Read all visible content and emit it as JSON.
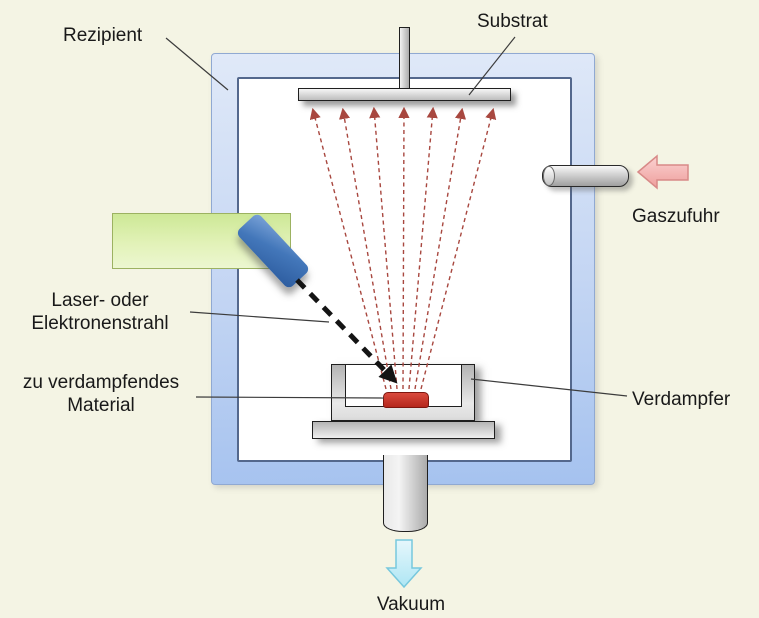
{
  "diagram": {
    "type": "physical-vapor-deposition-schematic",
    "labels": {
      "rezipient": "Rezipient",
      "substrat": "Substrat",
      "gaszufuhr": "Gaszufuhr",
      "laser_line1": "Laser- oder",
      "laser_line2": "Elektronenstrahl",
      "material_line1": "zu verdampfendes",
      "material_line2": "Material",
      "verdampfer": "Verdampfer",
      "vakuum": "Vakuum"
    },
    "icons": {
      "gas_arrow": "arrow-left-icon",
      "vacuum_arrow": "arrow-down-icon"
    },
    "colors": {
      "background": "#f4f4e4",
      "chamber_fill_top": "#e0e9f8",
      "chamber_fill_bottom": "#a5c2ef",
      "chamber_inner_border": "#54688d",
      "metal_light": "#f6f6f6",
      "metal_dark": "#ababab",
      "outline": "#1f1f1f",
      "laser_green_top": "#cde896",
      "laser_green_bottom": "#ecf7d0",
      "nozzle_blue": "#2d5c9f",
      "vapor_ray_red": "#a8473f",
      "beam_black": "#141414",
      "material_red": "#c9302a",
      "gas_arrow_fill": "#f6b6b4",
      "gas_arrow_border": "#d88a88",
      "vacuum_arrow_fill": "#cdeef9",
      "vacuum_arrow_border": "#77c8dd"
    }
  }
}
